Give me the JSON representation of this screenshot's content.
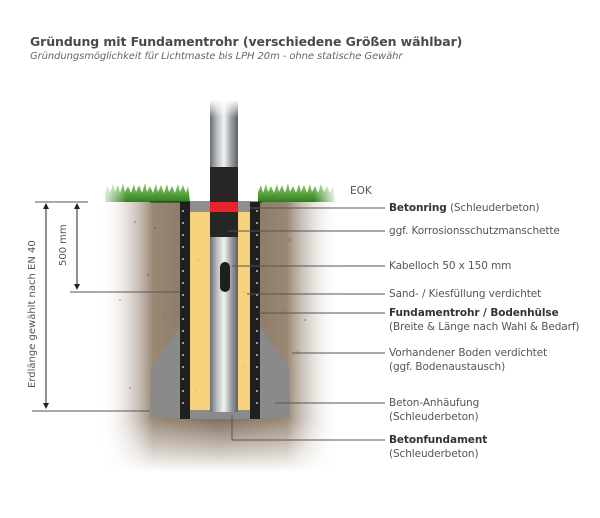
{
  "header": {
    "title": "Gründung mit Fundamentrohr (verschiedene Größen wählbar)",
    "subtitle": "Gründungsmöglichkeit für Lichtmaste bis LPH 20m - ohne statische Gewähr"
  },
  "ground_level_label": "EOK",
  "dimensions": {
    "total_depth": "Erdlänge gewählt nach EN 40",
    "upper_depth": "500 mm"
  },
  "labels": [
    {
      "bold": "Betonring",
      "text": " (Schleuderbeton)",
      "line2": ""
    },
    {
      "bold": "",
      "text": "ggf. Korrosionsschutzmanschette",
      "line2": ""
    },
    {
      "bold": "",
      "text": "Kabelloch 50 x 150 mm",
      "line2": ""
    },
    {
      "bold": "",
      "text": "Sand- / Kiesfüllung verdichtet",
      "line2": ""
    },
    {
      "bold": "Fundamentrohr / Bodenhülse",
      "text": "",
      "line2": "(Breite & Länge nach Wahl & Bedarf)"
    },
    {
      "bold": "",
      "text": "Vorhandener Boden verdichtet",
      "line2": "(ggf. Bodenaustausch)"
    },
    {
      "bold": "",
      "text": "Beton-Anhäufung",
      "line2": "(Schleuderbeton)"
    },
    {
      "bold": "Betonfundament",
      "text": "",
      "line2": "(Schleuderbeton)"
    }
  ],
  "colors": {
    "soil": "#8c7b6b",
    "sand": "#f7d27a",
    "concrete": "#8a8a8a",
    "grass": "#4a9a2e",
    "ring": "#e8232a",
    "sleeve": "#222222"
  }
}
